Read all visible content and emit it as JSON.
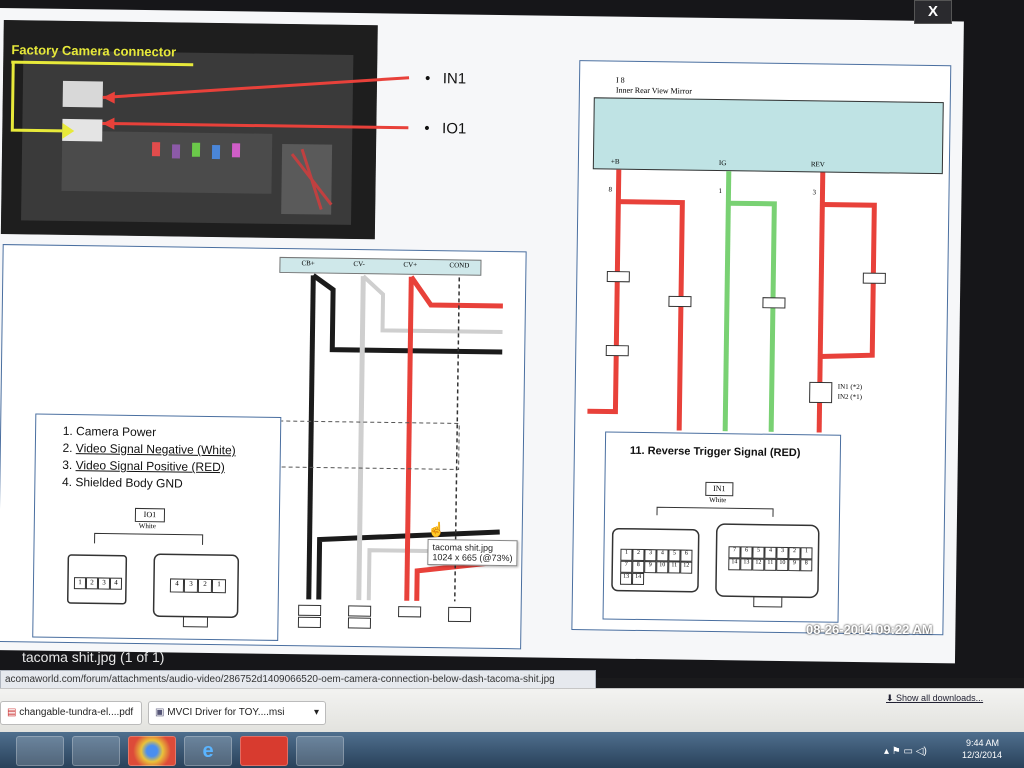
{
  "lightbox": {
    "close_label": "X",
    "caption": "tacoma shit.jpg (1 of 1)",
    "timestamp": "08-26-2014 09:22 AM"
  },
  "photo": {
    "title": "Factory Camera connector",
    "labels": [
      "IN1",
      "IO1"
    ]
  },
  "left_diagram": {
    "header_pins": [
      "CB+",
      "CV-",
      "CV+",
      "COND"
    ],
    "list_items": [
      "Camera Power",
      "Video Signal Negative (White)",
      "Video Signal Positive (RED)",
      "Shielded Body GND"
    ],
    "connector_name": "IO1",
    "connector_color": "White",
    "pins_left": [
      "1",
      "2",
      "3",
      "4"
    ],
    "pins_right": [
      "4",
      "3",
      "2",
      "1"
    ],
    "tooltip_line1": "tacoma shit.jpg",
    "tooltip_line2": "1024 x 665 (@73%)"
  },
  "right_diagram": {
    "component_id": "I 8",
    "component_name": "Inner Rear View Mirror",
    "pins": [
      "+B",
      "IG",
      "REV"
    ],
    "pin_numbers": [
      "8",
      "1",
      "3"
    ],
    "legend_title": "11. Reverse Trigger Signal (RED)",
    "connector_name": "IN1",
    "connector_color": "White",
    "pins_left": [
      "1",
      "2",
      "3",
      "4",
      "5",
      "6",
      "7",
      "8",
      "9",
      "10",
      "11",
      "12",
      "13",
      "14"
    ],
    "pins_right": [
      "7",
      "6",
      "5",
      "4",
      "3",
      "2",
      "1",
      "14",
      "13",
      "12",
      "11",
      "10",
      "9",
      "8"
    ],
    "in_labels": [
      "IN1 (*2)",
      "IN2 (*1)"
    ]
  },
  "browser": {
    "status_url": "acomaworld.com/forum/attachments/audio-video/286752d1409066520-oem-camera-connection-below-dash-tacoma-shit.jpg",
    "downloads": [
      "changable-tundra-el....pdf",
      "MVCI Driver for TOY....msi"
    ],
    "show_all_label": "Show all downloads..."
  },
  "taskbar": {
    "time": "9:44 AM",
    "date": "12/3/2014"
  },
  "colors": {
    "wire_red": "#e8413a",
    "wire_green": "#79d173",
    "mirror_fill": "#bfe3e4",
    "photo_label": "#e7e93a"
  }
}
